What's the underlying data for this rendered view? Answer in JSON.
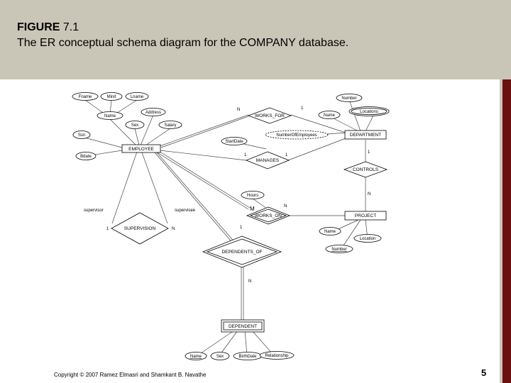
{
  "title": {
    "figure_label": "FIGURE",
    "figure_number": "7.1",
    "caption": "The ER conceptual schema diagram for the COMPANY database."
  },
  "entities": {
    "employee": "EMPLOYEE",
    "department": "DEPARTMENT",
    "project": "PROJECT",
    "dependent": "DEPENDENT"
  },
  "relationships": {
    "works_for": "WORKS_FOR",
    "manages": "MANAGES",
    "controls": "CONTROLS",
    "works_on": "WORKS_ON",
    "supervision": "SUPERVISION",
    "dependents_of": "DEPENDENTS_OF"
  },
  "attributes": {
    "fname": "Fname",
    "minit": "Minit",
    "lname": "Lname",
    "name": "Name",
    "address": "Address",
    "sex": "Sex",
    "salary": "Salary",
    "ssn": "Ssn",
    "bdate": "Bdate",
    "start_date": "StartDate",
    "number_of_employees": "NumberOfEmployees",
    "dept_number": "Number",
    "dept_name": "Name",
    "locations": "Locations",
    "hours": "Hours",
    "proj_name": "Name",
    "location": "Location",
    "proj_number": "Number",
    "dep_name": "Name",
    "dep_sex": "Sex",
    "birth_date": "BirthDate",
    "relationship": "Relationship"
  },
  "roles": {
    "supervisor": "supervisor",
    "supervisee": "supervisee"
  },
  "cardinalities": {
    "works_for_emp": "N",
    "works_for_dept": "1",
    "manages_emp": "1",
    "manages_dept": "1",
    "controls_dept": "1",
    "controls_proj": "N",
    "works_on_emp": "M",
    "works_on_proj": "N",
    "supervision_supervisor": "1",
    "supervision_supervisee": "N",
    "dependents_of_emp": "1",
    "dependents_of_dep": "N"
  },
  "footer": {
    "copyright": "Copyright © 2007 Ramez Elmasri and Shamkant B. Navathe",
    "page_number": "5"
  }
}
